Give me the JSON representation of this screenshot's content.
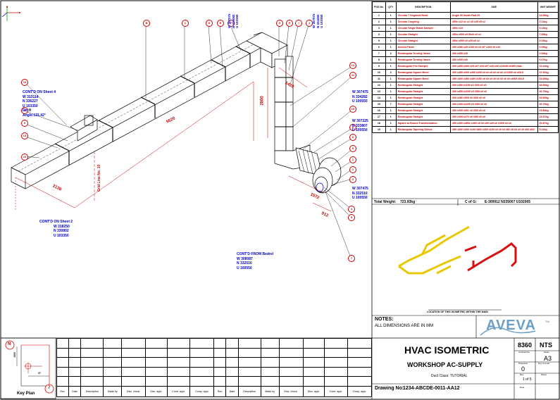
{
  "bom": {
    "headers": [
      "POS No.",
      "QTY",
      "DESCRIPTION",
      "SIZE",
      "UNIT WEIGHT"
    ],
    "rows": [
      {
        "pos": "1",
        "qty": "1",
        "desc": "Circular 7 Segment Bend",
        "size": "Angle 90 Inside Rad 25",
        "wt": "11.00kg"
      },
      {
        "pos": "2",
        "qty": "1",
        "desc": "Circular Coupling",
        "size": "450x x12 x1 x1 x5 x25 x5 x2",
        "wt": "2.11kg"
      },
      {
        "pos": "3",
        "qty": "1",
        "desc": "Circular Single Blade Damper",
        "size": "450x x15",
        "wt": "3.13kg"
      },
      {
        "pos": "4",
        "qty": "1",
        "desc": "Circular Straight",
        "size": "450x x500 x0.50x0 x0 x2",
        "wt": "7.93kg"
      },
      {
        "pos": "5",
        "qty": "1",
        "desc": "Circular Straight",
        "size": "450x x500 x0 x25 x0 x2",
        "wt": "3.03kg"
      },
      {
        "pos": "6",
        "qty": "1",
        "desc": "Access Panel",
        "size": "450 x350 x25 x150 x0 x0 x0° x100 x0 x10",
        "wt": "0.94kg"
      },
      {
        "pos": "7",
        "qty": "2",
        "desc": "Rectangular Turning Vanes",
        "size": "300 x450 x25",
        "wt": "0.54kg"
      },
      {
        "pos": "8",
        "qty": "1",
        "desc": "Rectangular Turning Vanes",
        "size": "450 x300 x40",
        "wt": "0.67kg"
      },
      {
        "pos": "9",
        "qty": "1",
        "desc": "Rectangular Fire Damper",
        "size": "300 x450 x300 x25 x07 x03 x07 x40 x40 x10035 x0450 x0AL",
        "wt": "10.22kg"
      },
      {
        "pos": "10",
        "qty": "2",
        "desc": "Rectangular Square Bend",
        "size": "300 x450 x300 x450 x300 x0 x0 x0 x0 x0 x0 x1/1500 x0 x0/L5",
        "wt": "37.91kg"
      },
      {
        "pos": "11",
        "qty": "1",
        "desc": "Rectangular Square Bend",
        "size": "450 x300 x450 x300 x150 x0 x0 x0 x0 x0 x0 x0 x0 x0/60 x0/L5",
        "wt": "24.00kg"
      },
      {
        "pos": "12",
        "qty": "1",
        "desc": "Rectangular Straight",
        "size": "300 x450 x1100 x0 /300 x0 x0",
        "wt": "42.00kg"
      },
      {
        "pos": "13",
        "qty": "1",
        "desc": "Rectangular Straight",
        "size": "300 x450 x1200 x0 /300 x0 x0",
        "wt": "40.70kg"
      },
      {
        "pos": "14",
        "qty": "1",
        "desc": "Rectangular Straight",
        "size": "300 x450 x000 x0 /300 x0 x0",
        "wt": "32.00kg"
      },
      {
        "pos": "15",
        "qty": "7",
        "desc": "Rectangular Straight",
        "size": "450 x300 x1200 x0 /300 x0 x0",
        "wt": "40.70kg"
      },
      {
        "pos": "16",
        "qty": "1",
        "desc": "Rectangular Straight",
        "size": "450 x300 x001 x0 /300 x0 x0",
        "wt": "23.84kg"
      },
      {
        "pos": "17",
        "qty": "1",
        "desc": "Rectangular Straight",
        "size": "450 x300 x272 x0 /300 x0 x0",
        "wt": "23.57kg"
      },
      {
        "pos": "18",
        "qty": "1",
        "desc": "Square to Round Transformation",
        "size": "450 x300 x450x x300 x0 x0 x00 x25 x0 /1500 x0 x2",
        "wt": "20.87kg"
      },
      {
        "pos": "19",
        "qty": "1",
        "desc": "Rectangular Tapering Sleeve",
        "size": "450 x300 x300 x100 x800 x300 x100 x0 x0 x0 x60 x0 x0 x0 x0 x60 x0/2",
        "wt": "9.22kg"
      }
    ]
  },
  "summary": {
    "total_weight_label": "Total Weight:",
    "total_weight": "723.93kg",
    "cog_label": "C of G:",
    "cog": "E-309912 N335007 U102005"
  },
  "location": {
    "caption": "LOCATION OF THIS ISOMETRIC WITHIN THE MAIN"
  },
  "notes": {
    "title": "NOTES:",
    "line1": "ALL DIMENSIONS ARE IN MM"
  },
  "brand": {
    "logo": "AVEVA",
    "tm": "TM"
  },
  "title_block": {
    "title": "HVAC ISOMETRIC",
    "subtitle": "WORKSHOP AC-SUPPLY",
    "duct_class": "Duct Class: TUTORIAL",
    "drawing_no_label": "Drawing No:",
    "drawing_no": "1234-ABCDE-0011-AA12",
    "number": "8360",
    "number_label": "Contract No.",
    "scale": "NTS",
    "scale_label": "Scale",
    "size": "A3",
    "size_label": "Drg. Format",
    "proj_label": "Projection",
    "revision": "0",
    "rev_label": "Rev.",
    "sheet": "1 of 5",
    "sheet_label": "Sheet",
    "date_label": "Date"
  },
  "key_plan": {
    "label": "Key Plan",
    "north": "N",
    "number": "7",
    "dim1": "1000",
    "dim2": "37"
  },
  "revision_table": {
    "headers": [
      "Rev.",
      "Date",
      "Description",
      "Made by",
      "Disc. check.",
      "Disc. appr.",
      "Contr. appr.",
      "Comp. appr.",
      "Rev.",
      "Date",
      "Description",
      "Made by",
      "Disc. check.",
      "Disc. appr.",
      "Contr. appr.",
      "Comp. appr."
    ]
  },
  "annotations": {
    "cont_sheet4": "CONT'D ON Sheet 4",
    "cont_sheet4_w": "W 313114",
    "cont_sheet4_n": "N 336227",
    "cont_sheet4_u": "U 103350",
    "cont_sheet4_dir": "Dir:H",
    "cont_sheet4_ang": "Angle:131.42°",
    "cont_sheet2": "CONT'D ON Sheet 2",
    "cont_sheet2_w": "W 318250",
    "cont_sheet2_n": "N 330802",
    "cont_sheet2_u": "U 103350",
    "cont_from": "CONT'D FROM Bedrel",
    "cont_from_w": "W 308087",
    "cont_from_n": "N 332510",
    "cont_from_u": "U 100550",
    "coord_top1_w": "W 307075",
    "coord_top1_n": "N 335082",
    "coord_top1_u": "U 103350",
    "coord_top2_w": "W 307075",
    "coord_top2_n": "N 334282",
    "coord_top2_u": "U 103350",
    "coord_r1_w": "W 307475",
    "coord_r1_n": "N 334282",
    "coord_r1_u": "U 100550",
    "coord_r2_w": "W 307225",
    "coord_r2_n": "N 333807",
    "coord_r2_u": "U 100550",
    "coord_r3_w": "W 307475",
    "coord_r3_n": "N 332510",
    "coord_r3_u": "U 100550",
    "dim_9520": "9520",
    "dim_3136": "3136",
    "dim_2800": "2800",
    "dim_1420": "1420",
    "dim_1572": "1572",
    "dim_912": "912",
    "gridline": "Grid Line No. 10",
    "tags": [
      "A",
      "B",
      "C",
      "D",
      "E",
      "F",
      "G",
      "H",
      "I",
      "J",
      "K",
      "L",
      "M",
      "N",
      "O",
      "P"
    ]
  },
  "colors": {
    "bom_text": "#cc0000",
    "coord_text": "#0000c8",
    "dim_red": "#cc0000",
    "duct": "#000000",
    "loc_yellow": "#e8c800",
    "loc_red": "#d81010",
    "logo": "#6b9fc4"
  }
}
